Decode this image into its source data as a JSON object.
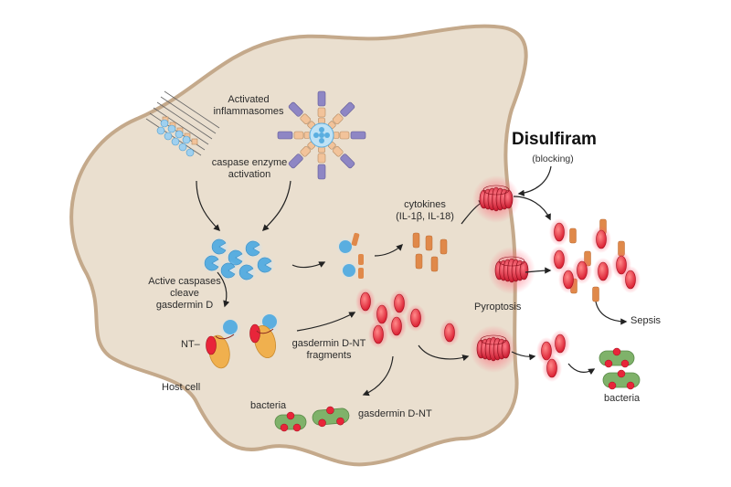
{
  "labels": {
    "activated_1": "Activated",
    "activated_2": "inflammasomes",
    "caspase_1": "caspase enzyme",
    "caspase_2": "activation",
    "cytokines_1": "cytokines",
    "cytokines_2": "(IL-1β, IL-18)",
    "disulfiram": "Disulfiram",
    "blocking": "(blocking)",
    "active_1": "Active caspases",
    "active_2": "cleave",
    "active_3": "gasdermin D",
    "nt": "NT–",
    "gsd_frag_1": "gasdermin D-NT",
    "gsd_frag_2": "fragments",
    "pyroptosis": "Pyroptosis",
    "sepsis": "Sepsis",
    "host_cell": "Host cell",
    "bacteria_in": "bacteria",
    "gsd_nt": "gasdermin D-NT",
    "bacteria_out": "bacteria"
  },
  "colors": {
    "cell_fill": "#eadfcf",
    "cell_stroke": "#c4a98b",
    "caspase_blue": "#5aaee0",
    "fragment_red": "#e8253a",
    "glow_red": "#ff6677",
    "cytokine_orange": "#e0894a",
    "gasdermin_tan": "#f0b04e",
    "bacteria_green": "#7fb26a",
    "inflammasome_purple": "#8e86c4",
    "inflammasome_peach": "#f2c39a"
  }
}
